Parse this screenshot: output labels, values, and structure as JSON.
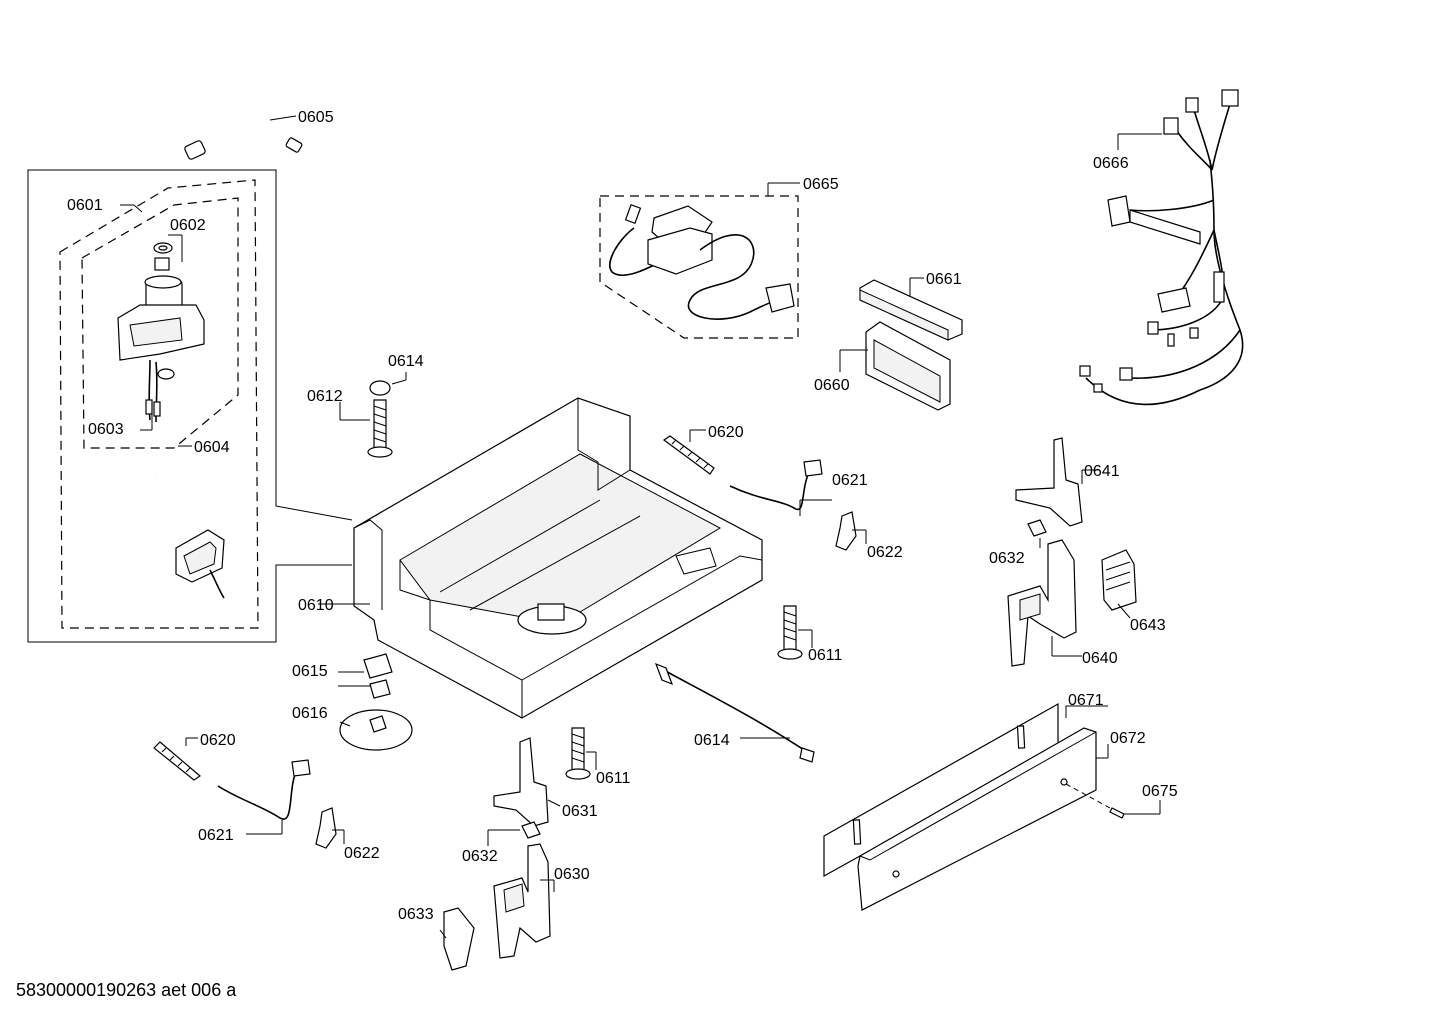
{
  "labels": {
    "l0605": "0605",
    "l0601": "0601",
    "l0602": "0602",
    "l0603": "0603",
    "l0604": "0604",
    "l0665": "0665",
    "l0666": "0666",
    "l0661": "0661",
    "l0660": "0660",
    "l0614a": "0614",
    "l0612": "0612",
    "l0620a": "0620",
    "l0621a": "0621",
    "l0622a": "0622",
    "l0641": "0641",
    "l0632a": "0632",
    "l0643": "0643",
    "l0640": "0640",
    "l0610": "0610",
    "l0611a": "0611",
    "l0615": "0615",
    "l0616": "0616",
    "l0620b": "0620",
    "l0621b": "0621",
    "l0622b": "0622",
    "l0614b": "0614",
    "l0611b": "0611",
    "l0631": "0631",
    "l0632b": "0632",
    "l0630": "0630",
    "l0633": "0633",
    "l0671": "0671",
    "l0672": "0672",
    "l0675": "0675"
  },
  "footer": {
    "doc_id": "58300000190263 aet 006 a"
  }
}
